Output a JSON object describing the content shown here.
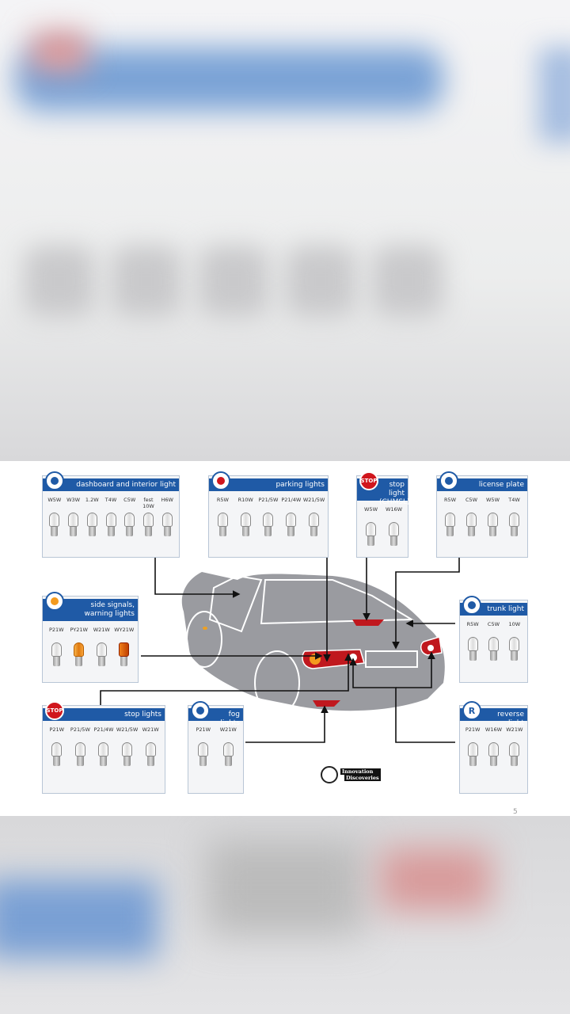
{
  "page_number": "5",
  "logo": {
    "line1": "Innovation",
    "line2": "Discoveries"
  },
  "colors": {
    "header_blue": "#1f5aa6",
    "car_gray": "#9a9ba0",
    "tail_red": "#c0181e"
  },
  "panels": [
    {
      "id": "dashboard",
      "title": "dashboard and interior light",
      "icon": "dashboard-light-icon",
      "badge": "",
      "bulbs": [
        {
          "type": "W5W"
        },
        {
          "type": "W3W"
        },
        {
          "type": "1.2W"
        },
        {
          "type": "T4W"
        },
        {
          "type": "C5W"
        },
        {
          "type": "fest 10W"
        },
        {
          "type": "H6W"
        }
      ]
    },
    {
      "id": "parking",
      "title": "parking lights",
      "icon": "parking-light-icon",
      "badge": "",
      "bulbs": [
        {
          "type": "R5W"
        },
        {
          "type": "R10W"
        },
        {
          "type": "P21/5W"
        },
        {
          "type": "P21/4W"
        },
        {
          "type": "W21/5W"
        }
      ]
    },
    {
      "id": "chmsl",
      "title": "stop light (CHMSL)",
      "icon": "stop-sign-icon",
      "badge": "STOP",
      "bulbs": [
        {
          "type": "W5W"
        },
        {
          "type": "W16W"
        }
      ]
    },
    {
      "id": "license",
      "title": "license plate",
      "icon": "license-plate-icon",
      "badge": "",
      "bulbs": [
        {
          "type": "R5W"
        },
        {
          "type": "C5W"
        },
        {
          "type": "W5W"
        },
        {
          "type": "T4W"
        }
      ]
    },
    {
      "id": "side",
      "title": "side signals, warning lights",
      "icon": "hazard-signal-icon",
      "badge": "",
      "bulbs": [
        {
          "type": "P21W"
        },
        {
          "type": "PY21W",
          "color": "orange"
        },
        {
          "type": "W21W"
        },
        {
          "type": "WY21W",
          "color": "amber"
        }
      ]
    },
    {
      "id": "trunk",
      "title": "trunk light",
      "icon": "trunk-light-icon",
      "badge": "",
      "bulbs": [
        {
          "type": "R5W"
        },
        {
          "type": "C5W"
        },
        {
          "type": "10W"
        }
      ]
    },
    {
      "id": "stop",
      "title": "stop lights",
      "icon": "stop-sign-icon",
      "badge": "STOP",
      "bulbs": [
        {
          "type": "P21W"
        },
        {
          "type": "P21/5W"
        },
        {
          "type": "P21/4W"
        },
        {
          "type": "W21/5W"
        },
        {
          "type": "W21W"
        }
      ]
    },
    {
      "id": "fog",
      "title": "fog lights",
      "icon": "fog-light-icon",
      "badge": "",
      "bulbs": [
        {
          "type": "P21W"
        },
        {
          "type": "W21W"
        }
      ]
    },
    {
      "id": "reverse",
      "title": "reverse light",
      "icon": "reverse-light-icon",
      "badge": "R",
      "bulbs": [
        {
          "type": "P21W"
        },
        {
          "type": "W16W"
        },
        {
          "type": "W21W"
        }
      ]
    }
  ]
}
